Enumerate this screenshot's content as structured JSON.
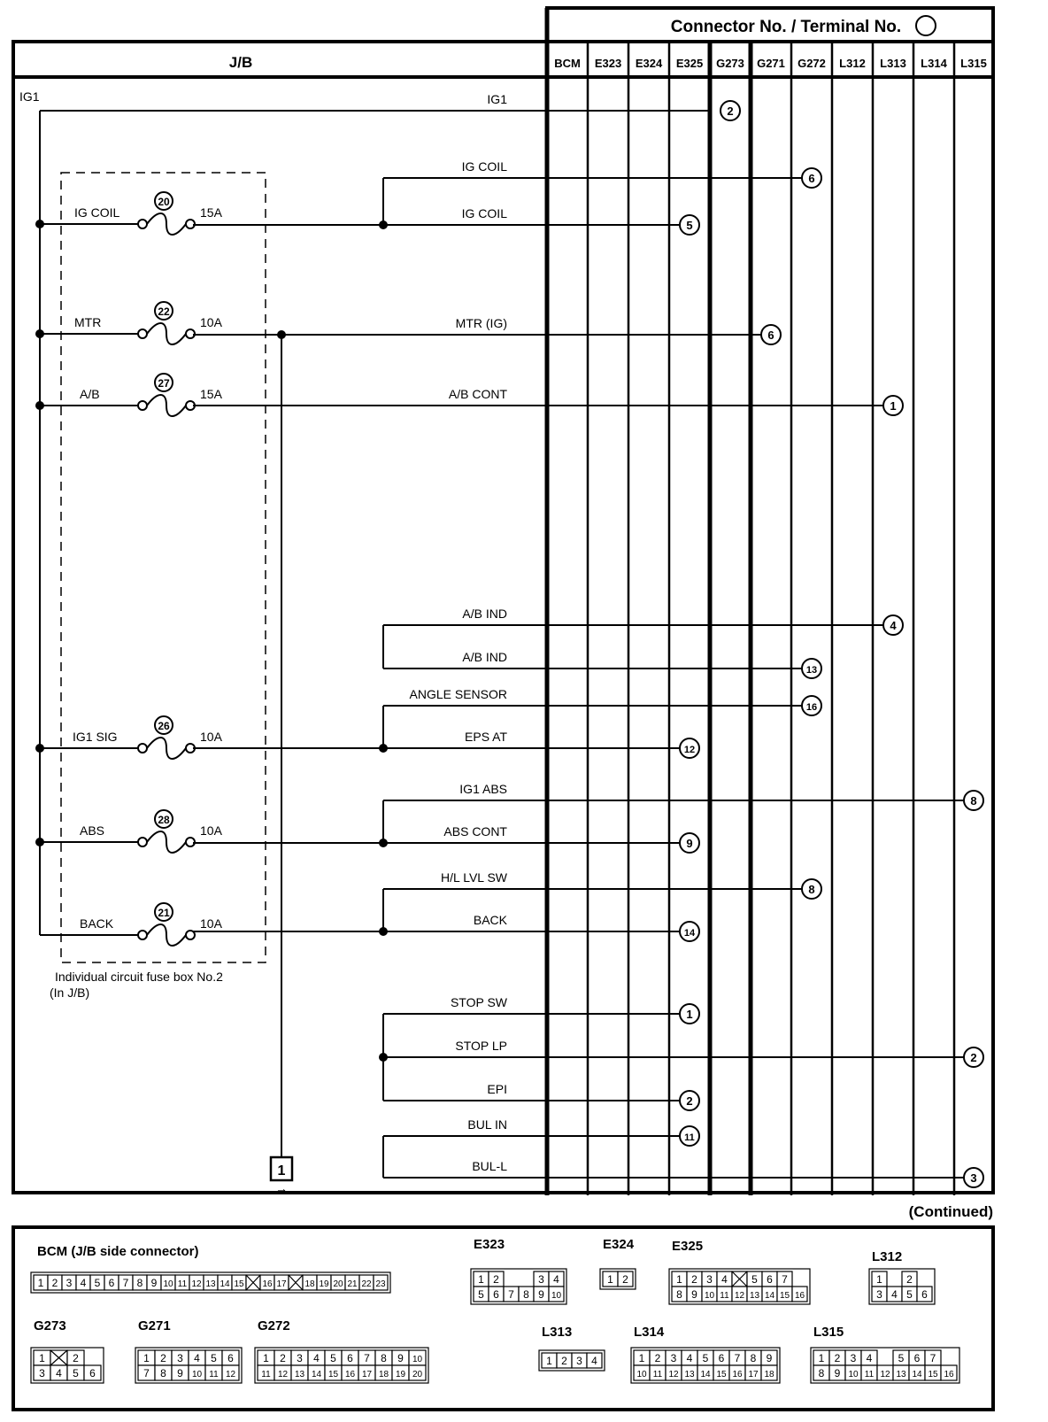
{
  "header": {
    "title": "Connector No. / Terminal No.",
    "jb_label": "J/B",
    "columns": [
      "BCM",
      "E323",
      "E324",
      "E325",
      "G273",
      "G271",
      "G272",
      "L312",
      "L313",
      "L314",
      "L315"
    ]
  },
  "feed_label": "IG1",
  "fuses": [
    {
      "label": "IG COIL",
      "num": "20",
      "rating": "15A"
    },
    {
      "label": "MTR",
      "num": "22",
      "rating": "10A"
    },
    {
      "label": "A/B",
      "num": "27",
      "rating": "15A"
    },
    {
      "label": "IG1 SIG",
      "num": "26",
      "rating": "10A"
    },
    {
      "label": "ABS",
      "num": "28",
      "rating": "10A"
    },
    {
      "label": "BACK",
      "num": "21",
      "rating": "10A"
    }
  ],
  "fuse_box_label": [
    "Individual circuit fuse box No.2",
    "(In J/B)"
  ],
  "circuits": [
    {
      "name": "IG1",
      "column": "G273",
      "terminal": "2"
    },
    {
      "name": "IG COIL",
      "column": "G272",
      "terminal": "6"
    },
    {
      "name": "IG COIL",
      "column": "E325",
      "terminal": "5"
    },
    {
      "name": "MTR (IG)",
      "column": "G271",
      "terminal": "6"
    },
    {
      "name": "A/B CONT",
      "column": "L313",
      "terminal": "1"
    },
    {
      "name": "A/B IND",
      "column": "L313",
      "terminal": "4"
    },
    {
      "name": "A/B IND",
      "column": "G272",
      "terminal": "13"
    },
    {
      "name": "ANGLE SENSOR",
      "column": "G272",
      "terminal": "16"
    },
    {
      "name": "EPS AT",
      "column": "E325",
      "terminal": "12"
    },
    {
      "name": "IG1 ABS",
      "column": "L315",
      "terminal": "8"
    },
    {
      "name": "ABS CONT",
      "column": "E325",
      "terminal": "9"
    },
    {
      "name": "H/L LVL SW",
      "column": "G272",
      "terminal": "8"
    },
    {
      "name": "BACK",
      "column": "E325",
      "terminal": "14"
    },
    {
      "name": "STOP SW",
      "column": "E325",
      "terminal": "1"
    },
    {
      "name": "STOP LP",
      "column": "L315",
      "terminal": "2"
    },
    {
      "name": "EPI",
      "column": "E325",
      "terminal": "2"
    },
    {
      "name": "BUL IN",
      "column": "E325",
      "terminal": "11"
    },
    {
      "name": "BUL-L",
      "column": "L315",
      "terminal": "3"
    }
  ],
  "offpage": {
    "num": "1",
    "arrow": "→"
  },
  "continued": "(Continued)",
  "connectors": [
    {
      "name": "BCM (J/B side connector)",
      "rows": [
        [
          "1",
          "2",
          "3",
          "4",
          "5",
          "6",
          "7",
          "8",
          "9",
          "10",
          "11",
          "12",
          "13",
          "14",
          "15",
          "X",
          "16",
          "17",
          "X",
          "18",
          "19",
          "20",
          "21",
          "22",
          "23"
        ]
      ]
    },
    {
      "name": "E323",
      "rows": [
        [
          "1",
          "2",
          "",
          "",
          "3",
          "4"
        ],
        [
          "5",
          "6",
          "7",
          "8",
          "9",
          "10"
        ]
      ]
    },
    {
      "name": "E324",
      "rows": [
        [
          "1",
          "2"
        ]
      ]
    },
    {
      "name": "E325",
      "rows": [
        [
          "1",
          "2",
          "3",
          "4",
          "X",
          "5",
          "6",
          "7"
        ],
        [
          "8",
          "9",
          "10",
          "11",
          "12",
          "13",
          "14",
          "15",
          "16"
        ]
      ]
    },
    {
      "name": "L312",
      "rows": [
        [
          "1",
          "",
          "2"
        ],
        [
          "3",
          "4",
          "5",
          "6"
        ]
      ]
    },
    {
      "name": "G273",
      "rows": [
        [
          "1",
          "X",
          "2"
        ],
        [
          "3",
          "4",
          "5",
          "6"
        ]
      ]
    },
    {
      "name": "G271",
      "rows": [
        [
          "1",
          "2",
          "3",
          "4",
          "5",
          "6"
        ],
        [
          "7",
          "8",
          "9",
          "10",
          "11",
          "12"
        ]
      ]
    },
    {
      "name": "G272",
      "rows": [
        [
          "1",
          "2",
          "3",
          "4",
          "5",
          "6",
          "7",
          "8",
          "9",
          "10"
        ],
        [
          "11",
          "12",
          "13",
          "14",
          "15",
          "16",
          "17",
          "18",
          "19",
          "20"
        ]
      ]
    },
    {
      "name": "L313",
      "rows": [
        [
          "1",
          "2",
          "3",
          "4"
        ]
      ]
    },
    {
      "name": "L314",
      "rows": [
        [
          "1",
          "2",
          "3",
          "4",
          "5",
          "6",
          "7",
          "8",
          "9"
        ],
        [
          "10",
          "11",
          "12",
          "13",
          "14",
          "15",
          "16",
          "17",
          "18"
        ]
      ]
    },
    {
      "name": "L315",
      "rows": [
        [
          "1",
          "2",
          "3",
          "4",
          "",
          "5",
          "6",
          "7"
        ],
        [
          "8",
          "9",
          "10",
          "11",
          "12",
          "13",
          "14",
          "15",
          "16"
        ]
      ]
    }
  ]
}
